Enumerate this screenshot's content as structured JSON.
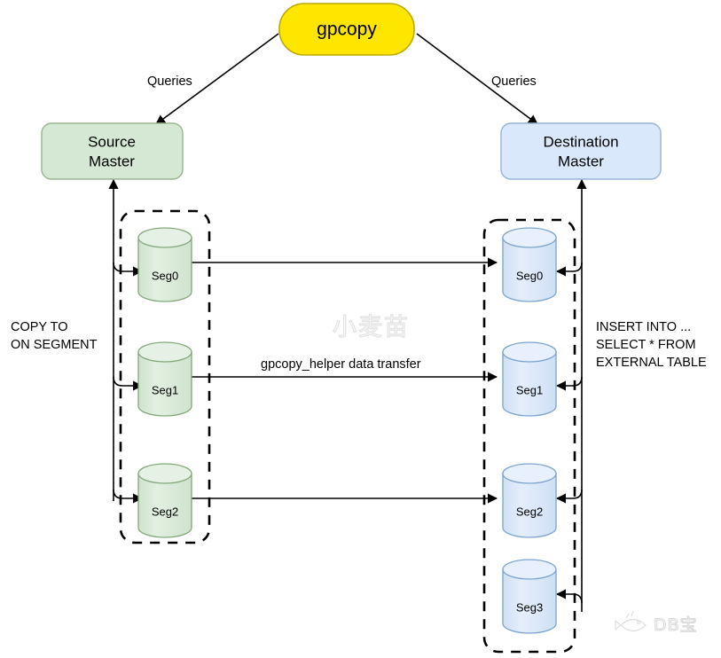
{
  "diagram": {
    "title_node": {
      "label": "gpcopy",
      "fill": "#ffe600",
      "stroke": "#bba900"
    },
    "masters": [
      {
        "id": "source-master",
        "line1": "Source",
        "line2": "Master",
        "fill": "#d5e8d4",
        "stroke": "#9ab58f"
      },
      {
        "id": "destination-master",
        "line1": "Destination",
        "line2": "Master",
        "fill": "#dae8fc",
        "stroke": "#97b4d4"
      }
    ],
    "edge_labels": {
      "queries_left": "Queries",
      "queries_right": "Queries",
      "data_transfer": "gpcopy_helper data transfer"
    },
    "annotations": {
      "left": {
        "line1": "COPY TO",
        "line2": "ON SEGMENT"
      },
      "right": {
        "line1": "INSERT INTO ...",
        "line2": "SELECT * FROM",
        "line3": "EXTERNAL TABLE"
      }
    },
    "source_segments": {
      "group_name": "source-segment-group",
      "fill": "#d5e8d4",
      "stroke": "#82a878",
      "items": [
        {
          "label": "Seg0"
        },
        {
          "label": "Seg1"
        },
        {
          "label": "Seg2"
        }
      ]
    },
    "destination_segments": {
      "group_name": "destination-segment-group",
      "fill": "#dae8fc",
      "stroke": "#7ba3cf",
      "items": [
        {
          "label": "Seg0"
        },
        {
          "label": "Seg1"
        },
        {
          "label": "Seg2"
        },
        {
          "label": "Seg3"
        }
      ]
    },
    "watermarks": {
      "center": "小麦苗",
      "corner": "DB宝"
    }
  }
}
